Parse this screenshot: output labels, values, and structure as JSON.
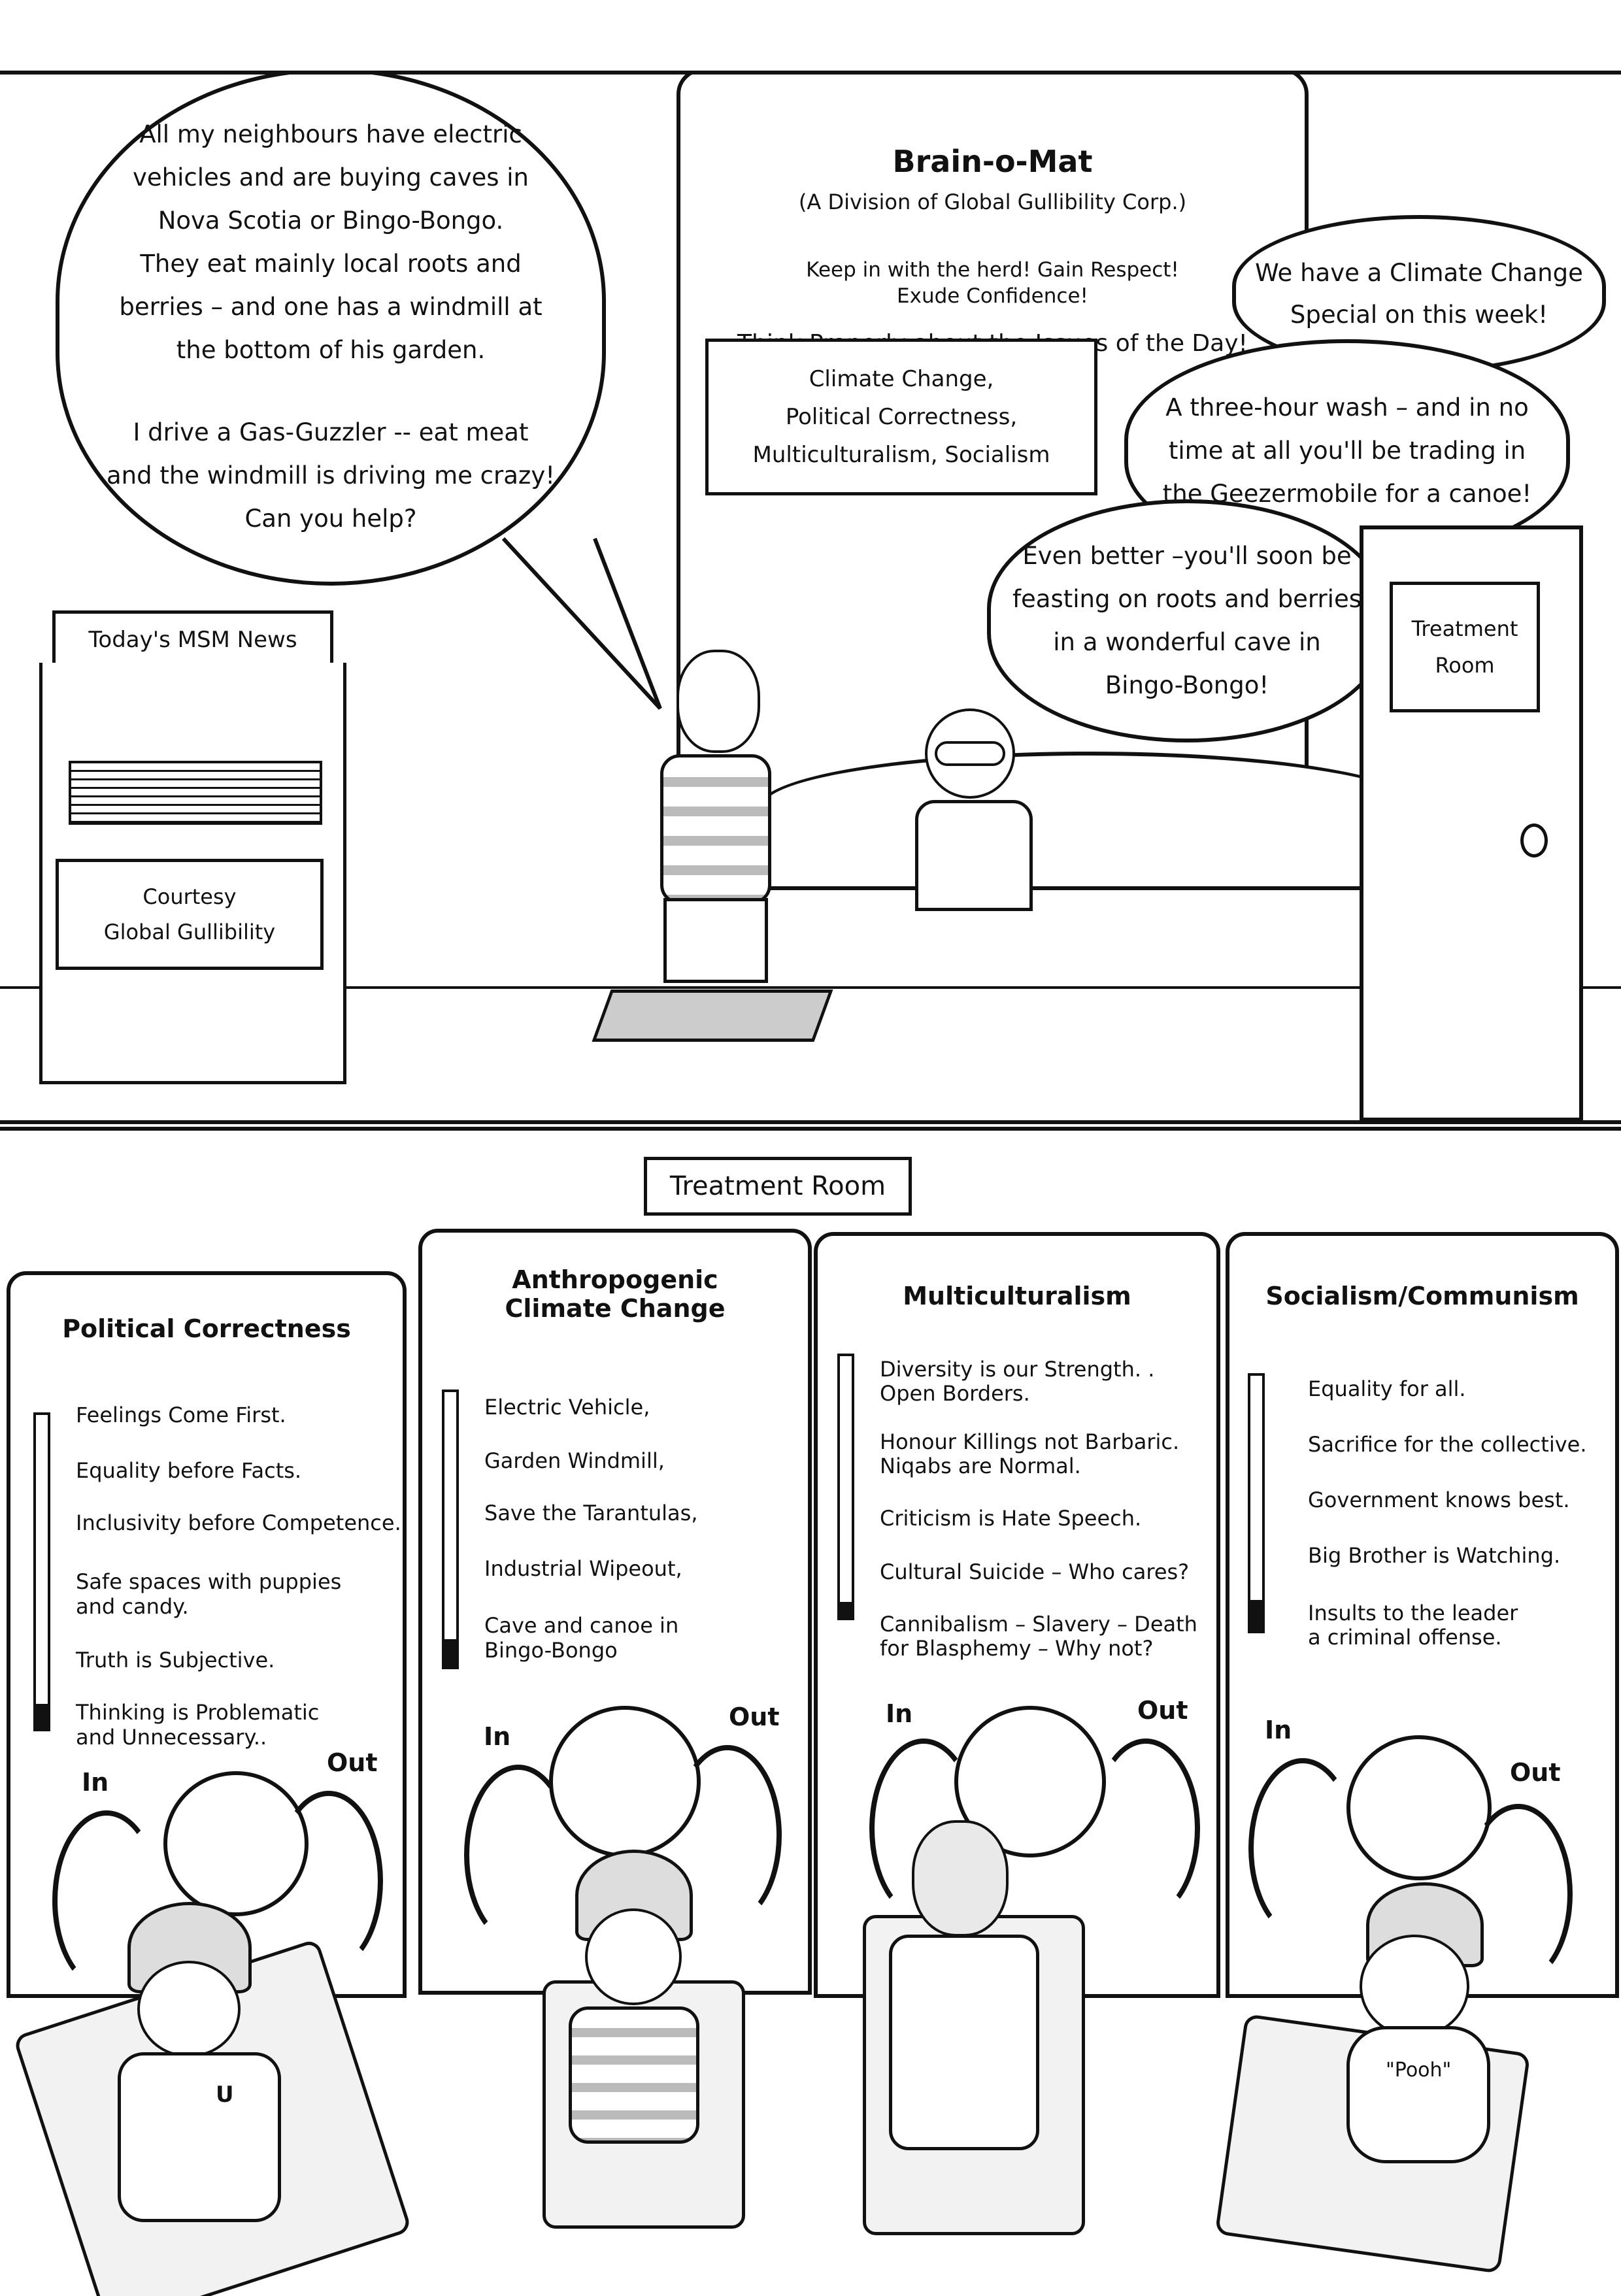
{
  "top_panel": {
    "customer_bubble": {
      "lines_a": [
        "All my neighbours have electric",
        "vehicles and are buying caves in",
        "Nova Scotia or Bingo-Bongo.",
        "They eat mainly local roots and",
        "berries – and one has a windmill at",
        "the bottom of his garden."
      ],
      "lines_b": [
        "I drive a Gas-Guzzler -- eat meat",
        "and the windmill is driving me crazy!",
        "Can you help?"
      ]
    },
    "brain_o_mat": {
      "title": "Brain-o-Mat",
      "subtitle": "(A Division of Global Gullibility Corp.)",
      "slogan_1": "Keep in with the herd! Gain Respect!",
      "slogan_2": "Exude Confidence!",
      "slogan_3": "Think Properly about the Issues of the Day!",
      "menu_lines": [
        "Climate Change,",
        "Political Correctness,",
        "Multiculturalism, Socialism"
      ]
    },
    "clerk_bubble_1": [
      "We have a Climate Change",
      "Special on this week!"
    ],
    "clerk_bubble_2": [
      "A three-hour wash – and in no",
      "time at all you'll be trading in",
      "the Geezermobile for a canoe!"
    ],
    "clerk_bubble_3": [
      "Even better –you'll soon be",
      "feasting on roots and berries",
      "in a wonderful cave in",
      "Bingo-Bongo!"
    ],
    "news_stand": {
      "sign": "Today's MSM News",
      "courtesy_1": "Courtesy",
      "courtesy_2": "Global Gullibility"
    },
    "door": {
      "line_1": "Treatment",
      "line_2": "Room"
    }
  },
  "bottom_panel": {
    "sign": "Treatment Room",
    "machines": [
      {
        "title": [
          "Political Correctness"
        ],
        "items": [
          "Feelings Come First.",
          "Equality before Facts.",
          "Inclusivity before Competence.",
          "Safe spaces with puppies",
          "and candy.",
          "Truth is Subjective.",
          "Thinking is Problematic",
          "and Unnecessary.."
        ],
        "level": 0.08
      },
      {
        "title": [
          "Anthropogenic",
          "Climate Change"
        ],
        "items": [
          "Electric Vehicle,",
          "Garden Windmill,",
          "Save the Tarantulas,",
          "Industrial Wipeout,",
          "Cave and canoe in",
          "Bingo-Bongo"
        ],
        "level": 0.1
      },
      {
        "title": [
          "Multiculturalism"
        ],
        "items": [
          "Diversity is our Strength. .",
          "Open Borders.",
          "Honour Killings not Barbaric.",
          "Niqabs are Normal.",
          "Criticism is Hate Speech.",
          "Cultural Suicide – Who cares?",
          "Cannibalism – Slavery – Death",
          "for Blasphemy – Why not?"
        ],
        "level": 0.06
      },
      {
        "title": [
          "Socialism/Communism"
        ],
        "items": [
          "Equality for all.",
          "Sacrifice for the collective.",
          "Government knows best.",
          "Big Brother is Watching.",
          "Insults to the leader",
          "a criminal offense."
        ],
        "level": 0.12
      }
    ],
    "in_label": "In",
    "out_label": "Out",
    "shirt_logo": "U",
    "pooh_shirt": "\"Pooh\""
  }
}
